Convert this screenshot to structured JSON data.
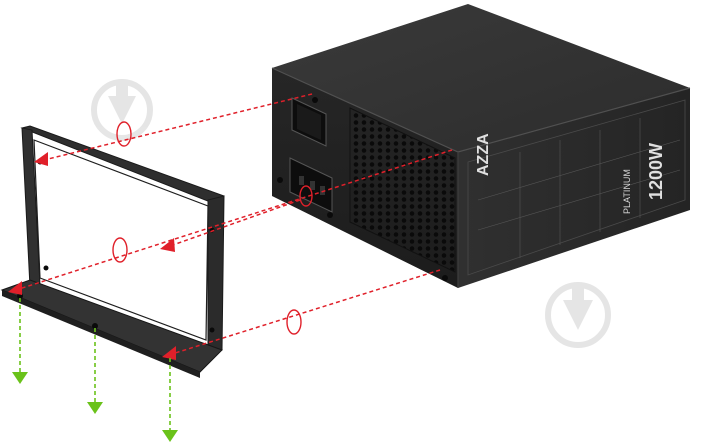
{
  "product": {
    "brand": "AZZA",
    "wattage": "1200W",
    "series": "PLATINUM"
  },
  "colors": {
    "psu_body": "#2a2a2a",
    "bracket": "#2e2e2e",
    "red_arrow": "#e0202a",
    "green_arrow": "#6ac21a",
    "watermark": "#dcdcdc"
  },
  "icons": [
    "screw-rotate-icon",
    "down-arrow-icon",
    "watermark-icon"
  ]
}
